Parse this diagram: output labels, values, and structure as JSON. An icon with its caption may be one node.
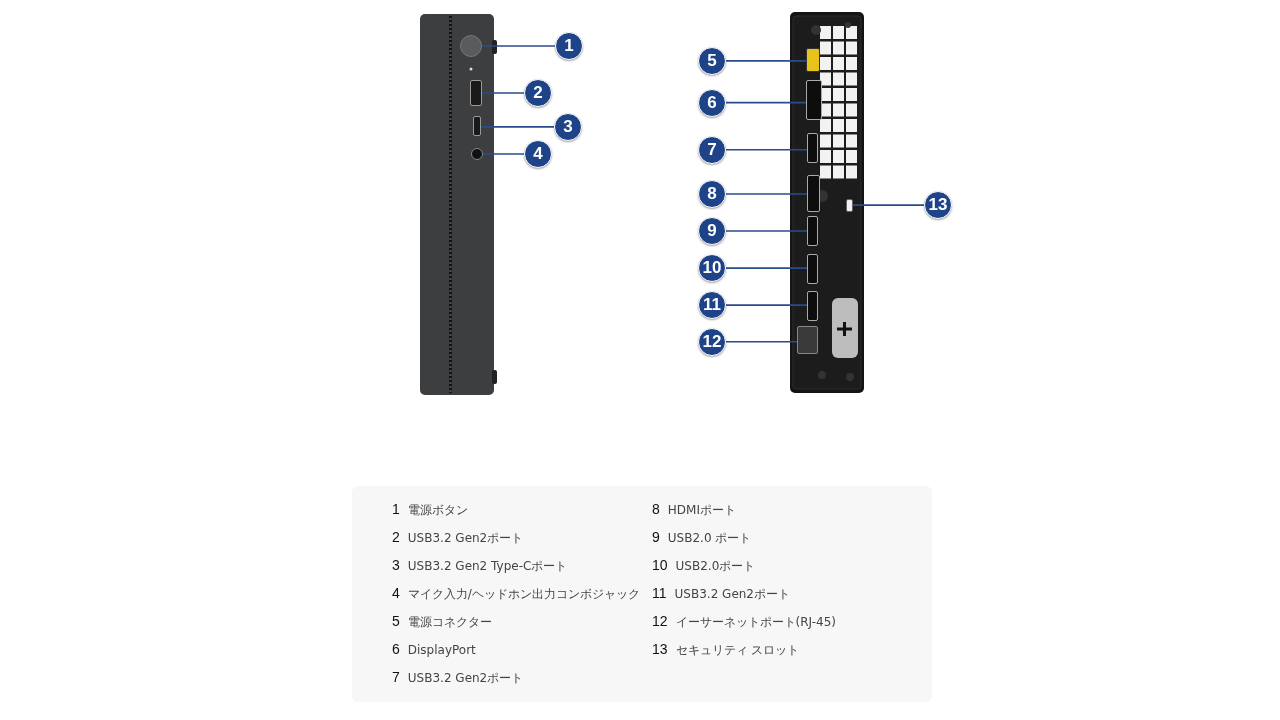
{
  "diagram": {
    "nodes": [
      {
        "text": [
          "1"
        ]
      },
      {
        "text": [
          "2"
        ]
      },
      {
        "text": [
          "3"
        ]
      },
      {
        "text": [
          "4"
        ]
      },
      {
        "text": [
          "5"
        ]
      },
      {
        "text": [
          "6"
        ]
      },
      {
        "text": [
          "7"
        ]
      },
      {
        "text": [
          "8"
        ]
      },
      {
        "text": [
          "9"
        ]
      },
      {
        "text": [
          "10"
        ]
      },
      {
        "text": [
          "11"
        ]
      },
      {
        "text": [
          "12"
        ]
      },
      {
        "text": [
          "13"
        ]
      },
      {
        "text": [],
        "shape": "circle"
      },
      {
        "text": [],
        "shape": "box"
      },
      {
        "text": [],
        "shape": "box"
      },
      {
        "text": [],
        "shape": "circle"
      },
      {
        "text": [],
        "shape": "box"
      },
      {
        "text": [],
        "shape": "box"
      },
      {
        "text": [],
        "shape": "box"
      },
      {
        "text": [],
        "shape": "box"
      },
      {
        "text": [],
        "shape": "box"
      },
      {
        "text": [],
        "shape": "box"
      },
      {
        "text": [],
        "shape": "box"
      },
      {
        "text": [],
        "shape": "box"
      },
      {
        "text": [],
        "shape": "box"
      }
    ],
    "edges": [
      {
        "from": 0,
        "to": 13,
        "arrow": "none"
      },
      {
        "from": 1,
        "to": 14,
        "arrow": "none"
      },
      {
        "from": 2,
        "to": 15,
        "arrow": "none"
      },
      {
        "from": 3,
        "to": 16,
        "arrow": "none"
      },
      {
        "from": 4,
        "to": 17,
        "arrow": "none"
      },
      {
        "from": 5,
        "to": 18,
        "arrow": "none"
      },
      {
        "from": 6,
        "to": 19,
        "arrow": "none"
      },
      {
        "from": 7,
        "to": 20,
        "arrow": "none"
      },
      {
        "from": 8,
        "to": 21,
        "arrow": "none"
      },
      {
        "from": 9,
        "to": 22,
        "arrow": "none"
      },
      {
        "from": 10,
        "to": 23,
        "arrow": "none"
      },
      {
        "from": 11,
        "to": 24,
        "arrow": "none"
      },
      {
        "from": 12,
        "to": 25,
        "arrow": "none"
      }
    ],
    "labels": [
      "1",
      "電源ボタン",
      "8",
      "HDMIポート",
      "2",
      "USB3.2 Gen2ポート",
      "9",
      "USB2.0 ポート",
      "3",
      "USB3.2 Gen2 Type-Cポート",
      "10",
      "USB2.0ポート",
      "4",
      "マイク入力/ヘッドホン出力コンボジャック",
      "11",
      "USB3.2 Gen2ポート",
      "5",
      "電源コネクター",
      "12",
      "イーサーネットポート(RJ-45)",
      "6",
      "DisplayPort",
      "13",
      "セキュリティ スロット",
      "7",
      "USB3.2 Gen2ポート"
    ]
  }
}
